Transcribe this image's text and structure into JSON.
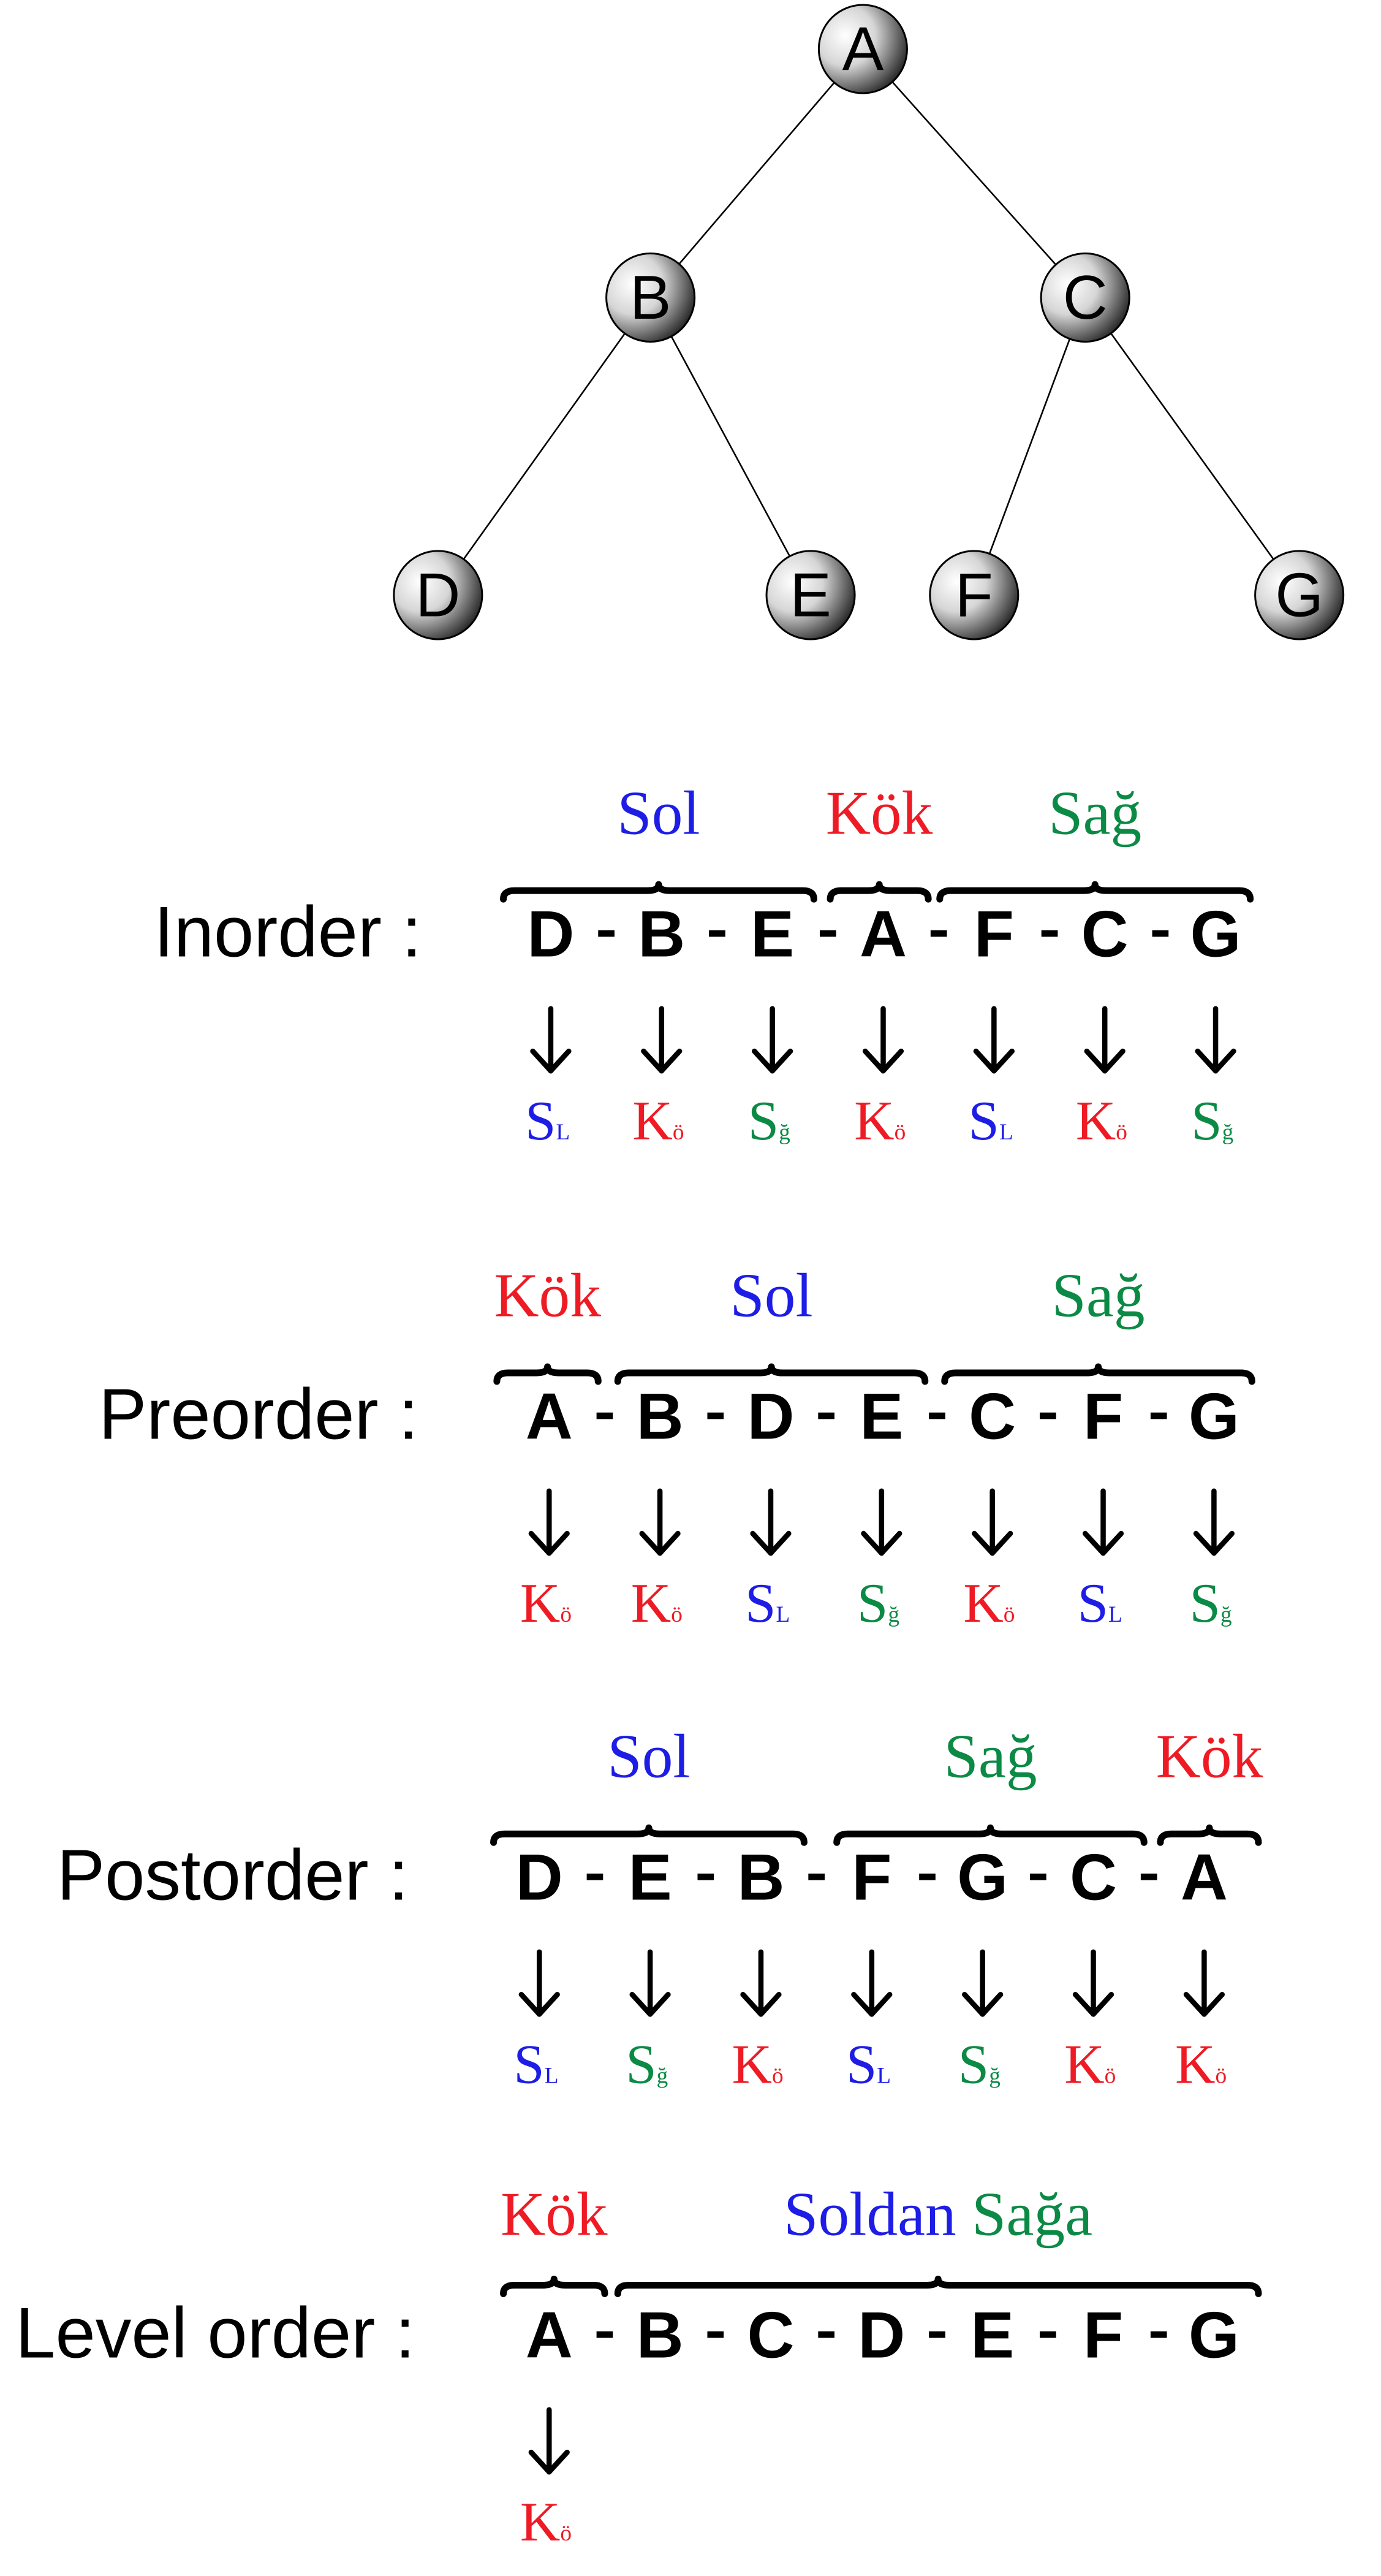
{
  "colors": {
    "sol": "#1d1de6",
    "kok": "#ee1b24",
    "sag": "#0b8a45",
    "text": "#000000"
  },
  "tree": {
    "nodes": [
      {
        "id": "A",
        "label": "A"
      },
      {
        "id": "B",
        "label": "B"
      },
      {
        "id": "C",
        "label": "C"
      },
      {
        "id": "D",
        "label": "D"
      },
      {
        "id": "E",
        "label": "E"
      },
      {
        "id": "F",
        "label": "F"
      },
      {
        "id": "G",
        "label": "G"
      }
    ],
    "edges": [
      [
        "A",
        "B"
      ],
      [
        "A",
        "C"
      ],
      [
        "B",
        "D"
      ],
      [
        "B",
        "E"
      ],
      [
        "C",
        "F"
      ],
      [
        "C",
        "G"
      ]
    ]
  },
  "sections": [
    {
      "title": "Inorder :",
      "sequence": [
        "D",
        "B",
        "E",
        "A",
        "F",
        "C",
        "G"
      ],
      "braces": [
        {
          "label": "Sol",
          "color": "sol"
        },
        {
          "label": "Kök",
          "color": "kok"
        },
        {
          "label": "Sağ",
          "color": "sag"
        }
      ],
      "tags": [
        {
          "big": "S",
          "small": "L",
          "color": "sol"
        },
        {
          "big": "K",
          "small": "ö",
          "color": "kok"
        },
        {
          "big": "S",
          "small": "ğ",
          "color": "sag"
        },
        {
          "big": "K",
          "small": "ö",
          "color": "kok"
        },
        {
          "big": "S",
          "small": "L",
          "color": "sol"
        },
        {
          "big": "K",
          "small": "ö",
          "color": "kok"
        },
        {
          "big": "S",
          "small": "ğ",
          "color": "sag"
        }
      ]
    },
    {
      "title": "Preorder :",
      "sequence": [
        "A",
        "B",
        "D",
        "E",
        "C",
        "F",
        "G"
      ],
      "braces": [
        {
          "label": "Kök",
          "color": "kok"
        },
        {
          "label": "Sol",
          "color": "sol"
        },
        {
          "label": "Sağ",
          "color": "sag"
        }
      ],
      "tags": [
        {
          "big": "K",
          "small": "ö",
          "color": "kok"
        },
        {
          "big": "K",
          "small": "ö",
          "color": "kok"
        },
        {
          "big": "S",
          "small": "L",
          "color": "sol"
        },
        {
          "big": "S",
          "small": "ğ",
          "color": "sag"
        },
        {
          "big": "K",
          "small": "ö",
          "color": "kok"
        },
        {
          "big": "S",
          "small": "L",
          "color": "sol"
        },
        {
          "big": "S",
          "small": "ğ",
          "color": "sag"
        }
      ]
    },
    {
      "title": "Postorder :",
      "sequence": [
        "D",
        "E",
        "B",
        "F",
        "G",
        "C",
        "A"
      ],
      "braces": [
        {
          "label": "Sol",
          "color": "sol"
        },
        {
          "label": "Sağ",
          "color": "sag"
        },
        {
          "label": "Kök",
          "color": "kok"
        }
      ],
      "tags": [
        {
          "big": "S",
          "small": "L",
          "color": "sol"
        },
        {
          "big": "S",
          "small": "ğ",
          "color": "sag"
        },
        {
          "big": "K",
          "small": "ö",
          "color": "kok"
        },
        {
          "big": "S",
          "small": "L",
          "color": "sol"
        },
        {
          "big": "S",
          "small": "ğ",
          "color": "sag"
        },
        {
          "big": "K",
          "small": "ö",
          "color": "kok"
        },
        {
          "big": "K",
          "small": "ö",
          "color": "kok"
        }
      ]
    },
    {
      "title": "Level order :",
      "sequence": [
        "A",
        "B",
        "C",
        "D",
        "E",
        "F",
        "G"
      ],
      "braces": [
        {
          "label": "Kök",
          "color": "kok"
        },
        {
          "label": "Soldan",
          "color": "sol",
          "label2": "Sağa",
          "color2": "sag"
        }
      ],
      "tags": [
        {
          "big": "K",
          "small": "ö",
          "color": "kok"
        }
      ]
    }
  ]
}
